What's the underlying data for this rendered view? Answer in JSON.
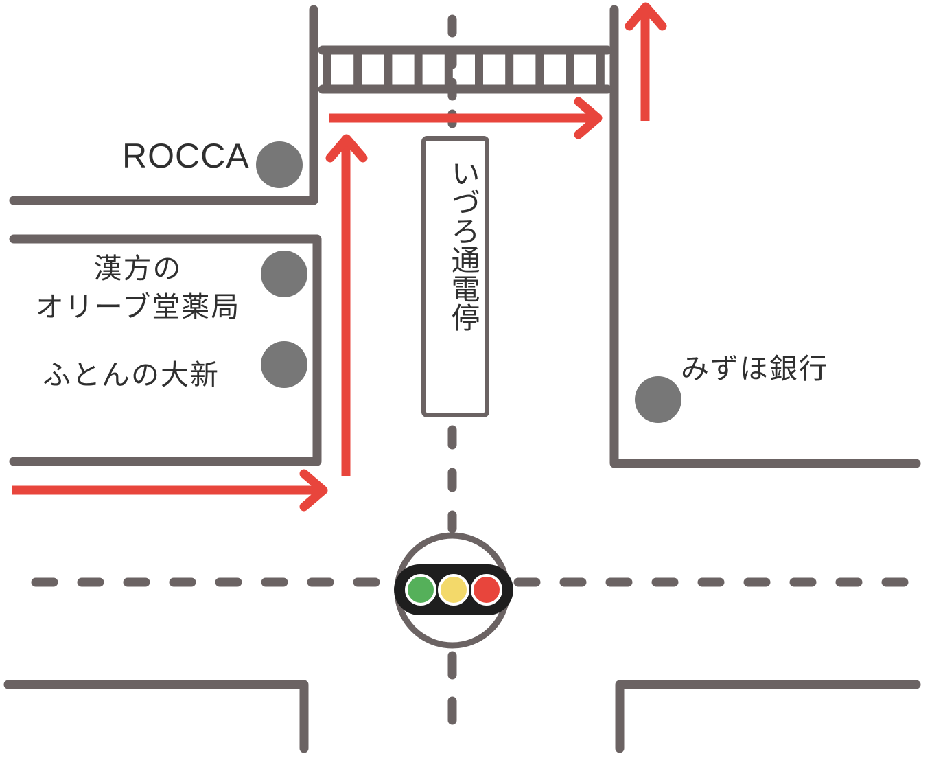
{
  "map": {
    "colors": {
      "road": "#6b6363",
      "route": "#e8453c",
      "pin": "#777777",
      "signal_housing": "#1e1e1e",
      "signal_green": "#55b05a",
      "signal_yellow": "#f3d96a",
      "signal_red": "#e8453c"
    },
    "landmarks": {
      "rocca": "ROCCA",
      "kampo_line1": "漢方の",
      "kampo_line2": "オリーブ堂薬局",
      "futon": "ふとんの大新",
      "mizuho": "みずほ銀行"
    },
    "tram_stop": {
      "name": "いづろ通電停"
    },
    "icons": {
      "landmark_pin": "pin-icon",
      "traffic_signal": "traffic-light-icon",
      "railway_crossing": "railway-track-icon",
      "route_arrow": "arrow-icon"
    }
  }
}
